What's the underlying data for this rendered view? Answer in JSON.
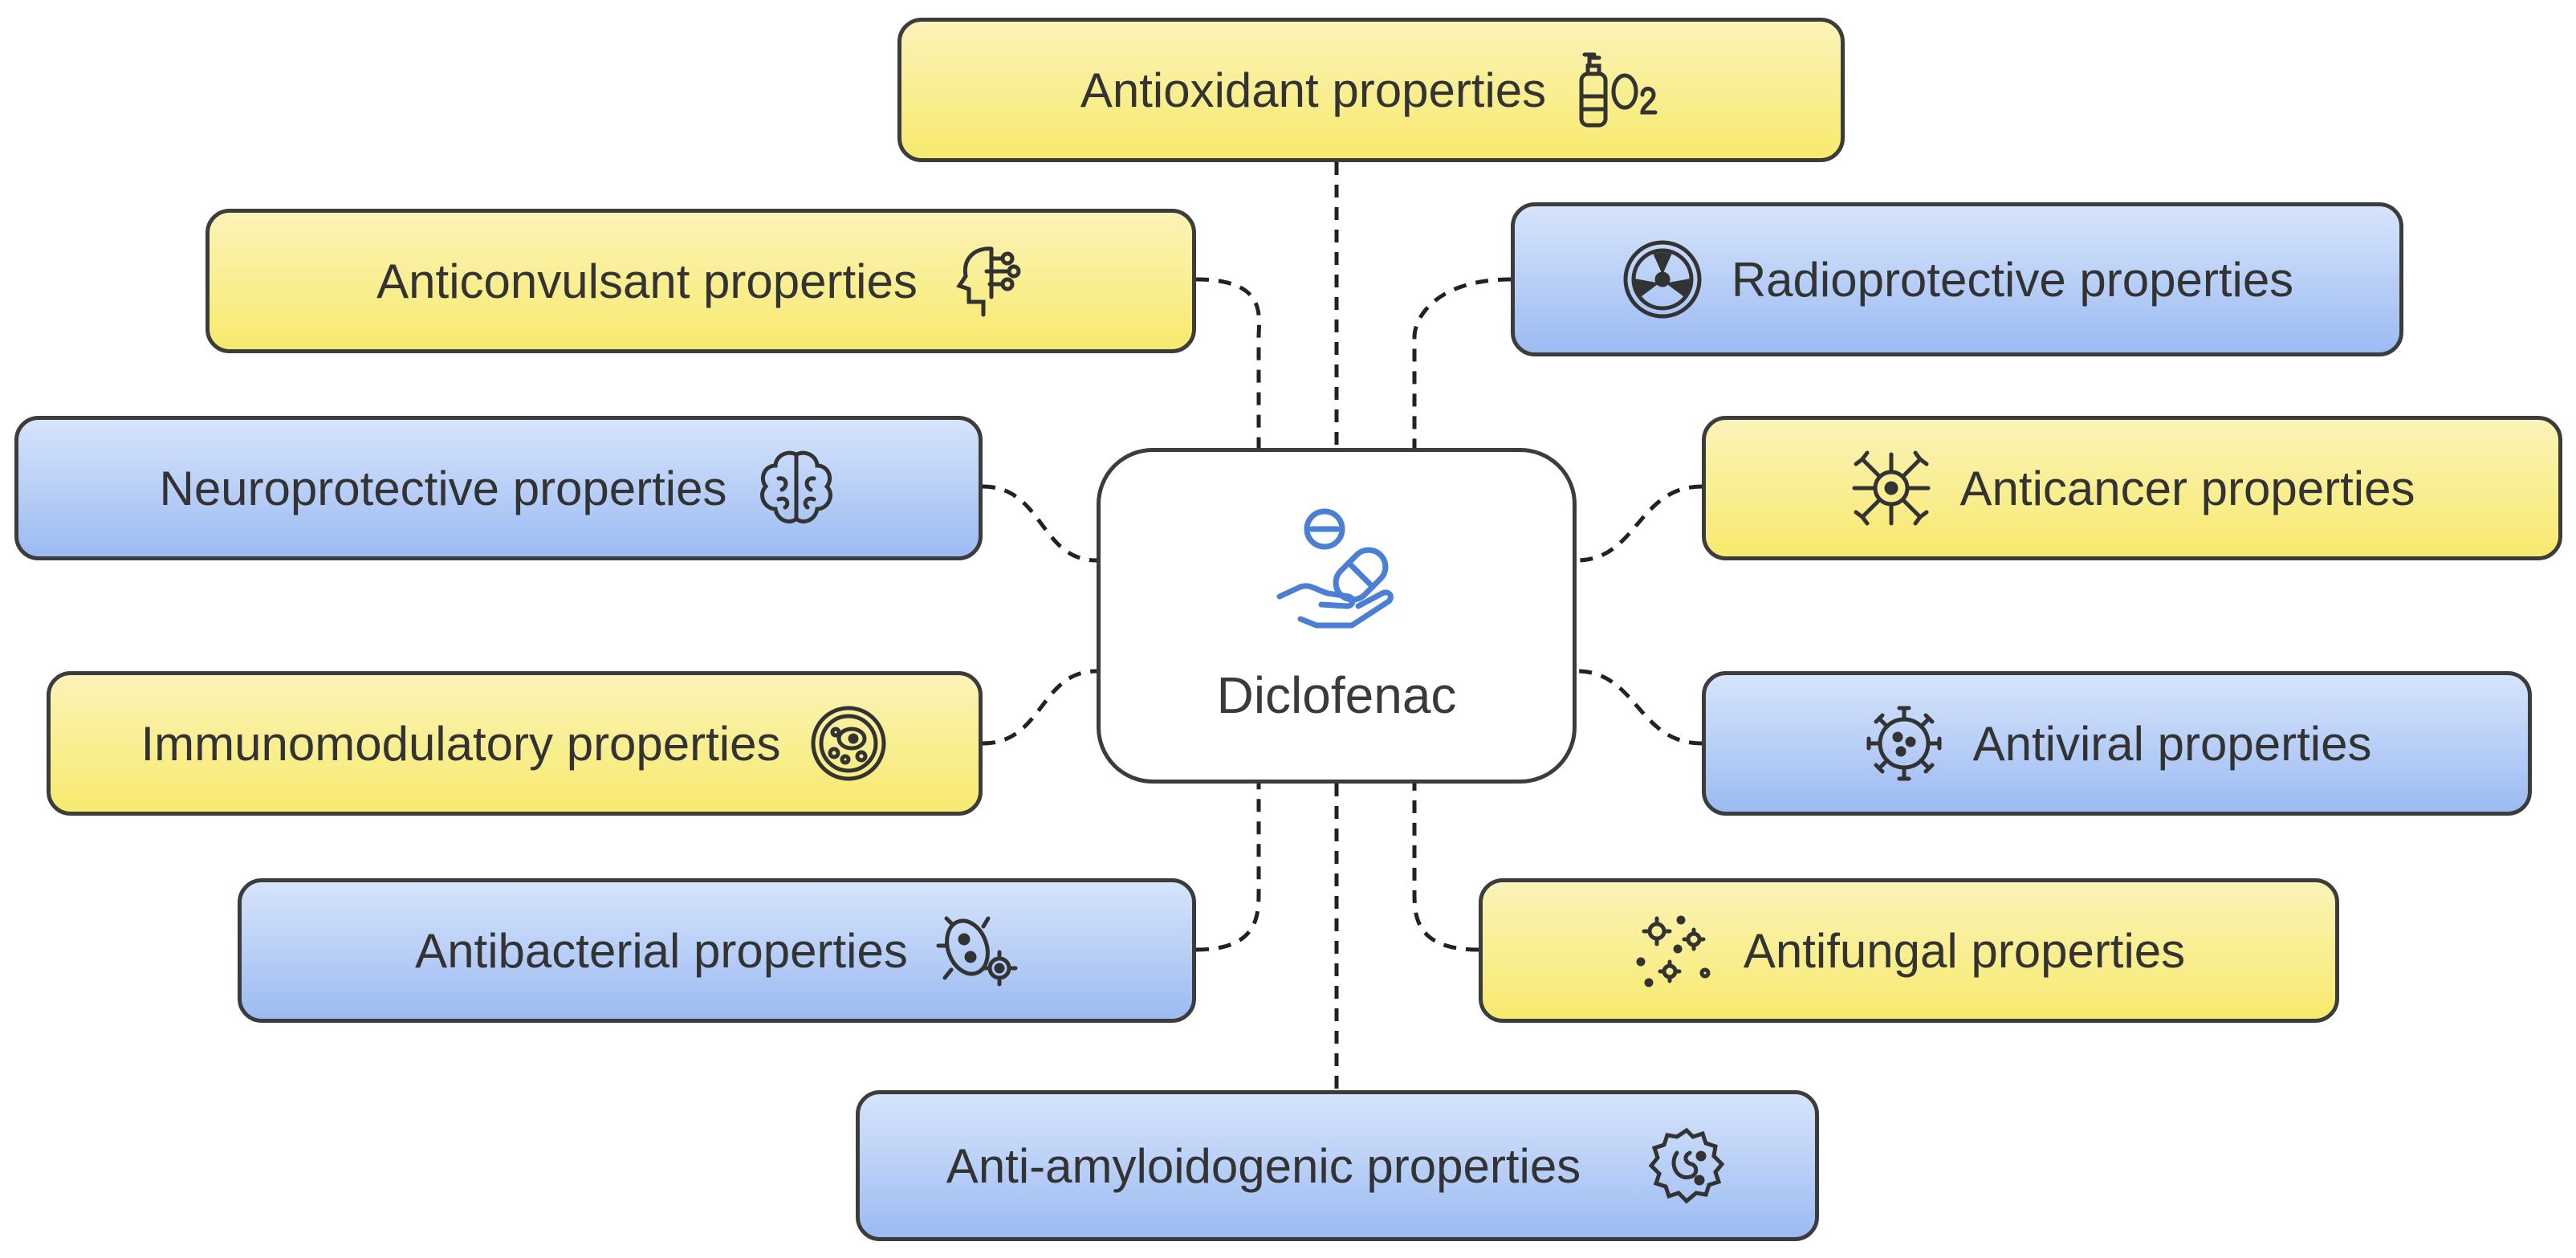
{
  "center": {
    "label": "Diclofenac",
    "icon": "hand-holding-pills-icon"
  },
  "properties": {
    "antioxidant": {
      "label": "Antioxidant properties",
      "icon": "oxygen-cylinder-icon",
      "color": "yellow"
    },
    "anticonvulsant": {
      "label": "Anticonvulsant properties",
      "icon": "head-circuit-icon",
      "color": "yellow"
    },
    "radioprotective": {
      "label": "Radioprotective properties",
      "icon": "radiation-icon",
      "color": "blue"
    },
    "neuroprotective": {
      "label": "Neuroprotective properties",
      "icon": "brain-icon",
      "color": "blue"
    },
    "anticancer": {
      "label": "Anticancer properties",
      "icon": "cancer-cell-icon",
      "color": "yellow"
    },
    "immunomodulatory": {
      "label": "Immunomodulatory properties",
      "icon": "petri-dish-icon",
      "color": "yellow"
    },
    "antiviral": {
      "label": "Antiviral properties",
      "icon": "virus-icon",
      "color": "blue"
    },
    "antibacterial": {
      "label": "Antibacterial properties",
      "icon": "bacteria-icon",
      "color": "blue"
    },
    "antifungal": {
      "label": "Antifungal properties",
      "icon": "fungal-spores-icon",
      "color": "yellow"
    },
    "antiamyloidogenic": {
      "label": "Anti-amyloidogenic properties",
      "icon": "amyloid-cell-icon",
      "color": "blue"
    }
  },
  "colors": {
    "yellow_top": "#fbf3b8",
    "yellow_bottom": "#f7ea6e",
    "blue_top": "#d6e4fb",
    "blue_bottom": "#9cbbf2",
    "border": "#3c3c3c",
    "connector": "#222222",
    "center_icon": "#4a7fd4"
  }
}
